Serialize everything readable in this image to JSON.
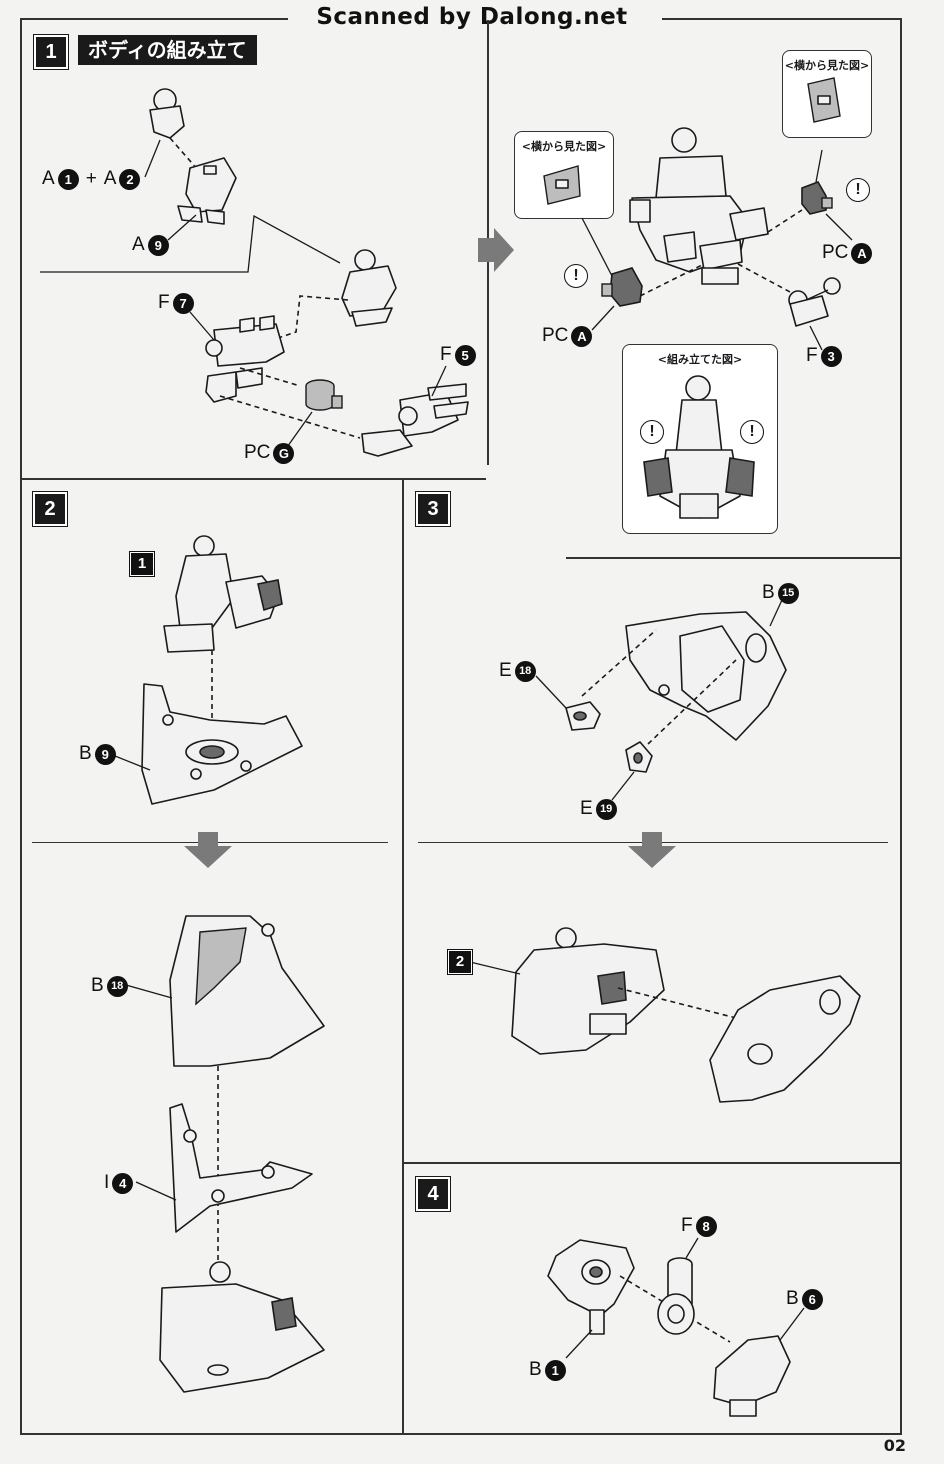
{
  "header": {
    "scan_credit": "Scanned by Dalong.net"
  },
  "page_number": "02",
  "steps": [
    {
      "number": "1",
      "title": "ボディの組み立て"
    },
    {
      "number": "2"
    },
    {
      "number": "3"
    },
    {
      "number": "4"
    }
  ],
  "callouts": {
    "side_view_left": "<横から見た図>",
    "side_view_right": "<横から見た図>",
    "assembled_view": "<組み立てた図>"
  },
  "warning_symbol": "!",
  "labels": {
    "s1_a": "A",
    "s1_a1": "1",
    "s1_plus": "+",
    "s1_a2": "2",
    "s1_a9_letter": "A",
    "s1_a9": "9",
    "s1_f7_letter": "F",
    "s1_f7": "7",
    "s1_f5_letter": "F",
    "s1_f5": "5",
    "s1_pcg_letter": "PC",
    "s1_pcg": "G",
    "s1_pca_r_letter": "PC",
    "s1_pca_r": "A",
    "s1_pca_l_letter": "PC",
    "s1_pca_l": "A",
    "s1_f3_letter": "F",
    "s1_f3": "3",
    "s2_ref": "1",
    "s2_b9_letter": "B",
    "s2_b9": "9",
    "s2_b18_letter": "B",
    "s2_b18": "18",
    "s2_i4_letter": "I",
    "s2_i4": "4",
    "s3_b15_letter": "B",
    "s3_b15": "15",
    "s3_e18_letter": "E",
    "s3_e18": "18",
    "s3_e19_letter": "E",
    "s3_e19": "19",
    "s3_ref": "2",
    "s4_f8_letter": "F",
    "s4_f8": "8",
    "s4_b6_letter": "B",
    "s4_b6": "6",
    "s4_b1_letter": "B",
    "s4_b1": "1"
  }
}
